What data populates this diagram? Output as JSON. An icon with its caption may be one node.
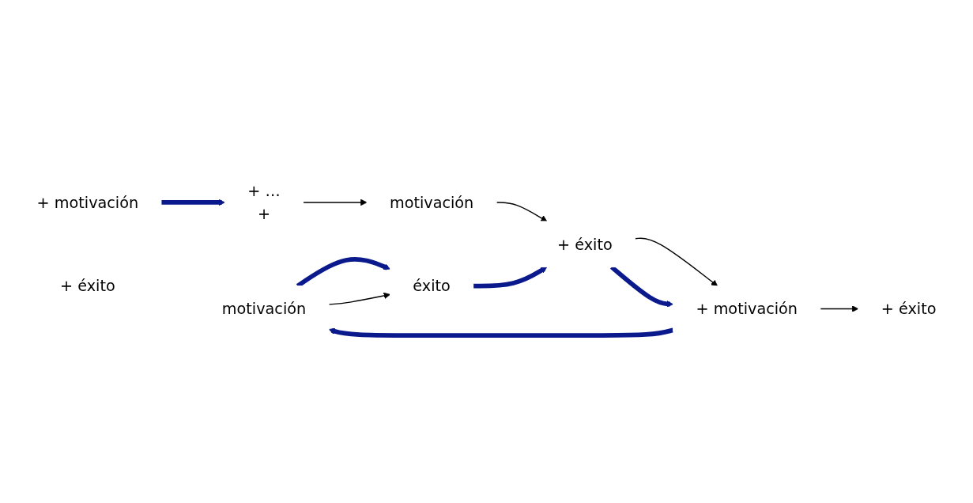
{
  "diagram": {
    "nodes": [
      {
        "text": [
          "motivación"
        ]
      },
      {
        "text": [
          "éxito"
        ]
      },
      {
        "text": [
          "+ motivación"
        ]
      },
      {
        "text": [
          "+ éxito"
        ]
      },
      {
        "text": [
          "+ …",
          "+"
        ]
      },
      {
        "text": [
          "+ éxito"
        ]
      },
      {
        "text": [
          "motivación"
        ]
      },
      {
        "text": [
          "+ motivación"
        ]
      },
      {
        "text": [
          "+ éxito"
        ]
      }
    ],
    "edges": [
      {
        "from": 0,
        "to": 1,
        "arrow": "to",
        "style": "thick",
        "color": "#0a1a8c"
      },
      {
        "from": 0,
        "to": 1,
        "arrow": "to",
        "color": "#000000"
      },
      {
        "from": 2,
        "to": 4,
        "arrow": "to",
        "style": "thick",
        "color": "#0a1a8c"
      },
      {
        "from": 4,
        "to": 6,
        "arrow": "to",
        "color": "#000000"
      },
      {
        "from": 6,
        "to": 8,
        "arrow": "to",
        "color": "#000000"
      },
      {
        "from": 8,
        "to": 7,
        "arrow": "to",
        "color": "#000000"
      },
      {
        "from": 7,
        "to": 5,
        "arrow": "to",
        "color": "#000000"
      },
      {
        "from": 1,
        "to": 8,
        "arrow": "to",
        "style": "thick",
        "color": "#0a1a8c"
      },
      {
        "from": 8,
        "to": 7,
        "arrow": "to",
        "style": "thick",
        "color": "#0a1a8c"
      },
      {
        "from": 7,
        "to": 0,
        "arrow": "to",
        "style": "thick",
        "color": "#0a1a8c"
      }
    ]
  }
}
